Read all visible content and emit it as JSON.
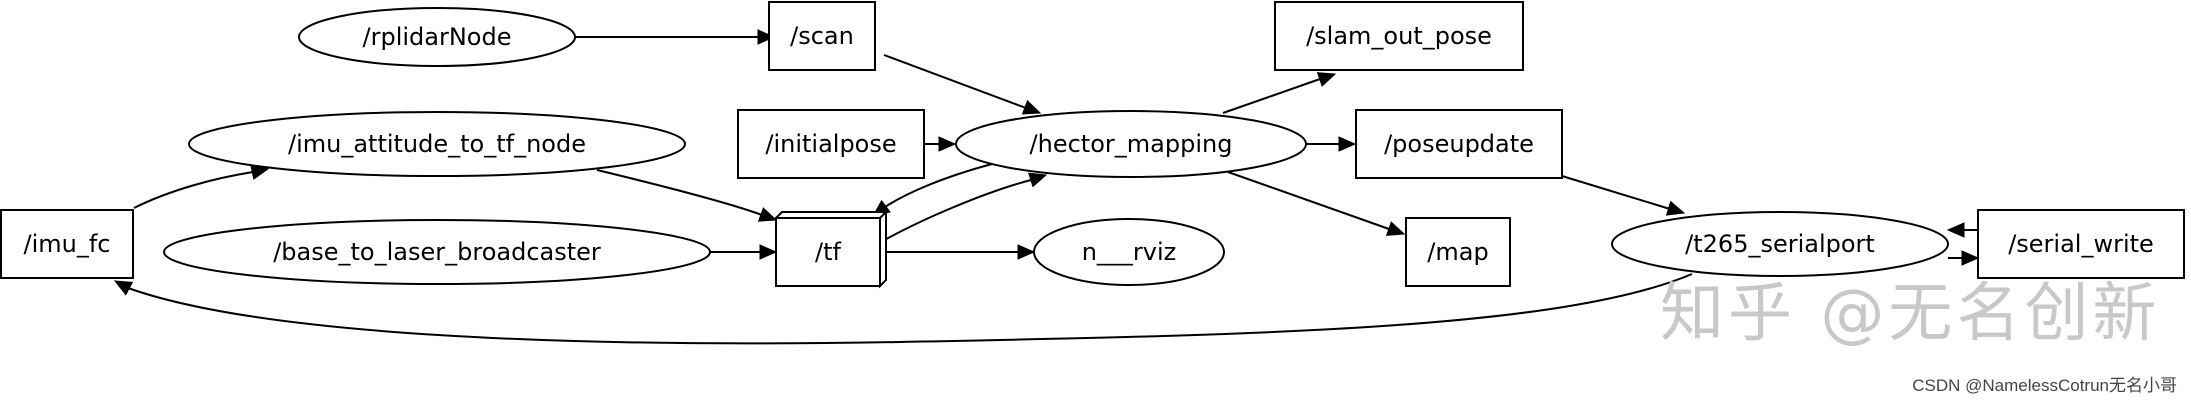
{
  "graph": {
    "nodes": [
      {
        "id": "rplidarNode",
        "label": "/rplidarNode",
        "shape": "ellipse"
      },
      {
        "id": "scan",
        "label": "/scan",
        "shape": "box"
      },
      {
        "id": "slam_out_pose",
        "label": "/slam_out_pose",
        "shape": "box"
      },
      {
        "id": "imu_attitude",
        "label": "/imu_attitude_to_tf_node",
        "shape": "ellipse"
      },
      {
        "id": "initialpose",
        "label": "/initialpose",
        "shape": "box"
      },
      {
        "id": "hector_mapping",
        "label": "/hector_mapping",
        "shape": "ellipse"
      },
      {
        "id": "poseupdate",
        "label": "/poseupdate",
        "shape": "box"
      },
      {
        "id": "imu_fc",
        "label": "/imu_fc",
        "shape": "box"
      },
      {
        "id": "base_to_laser",
        "label": "/base_to_laser_broadcaster",
        "shape": "ellipse"
      },
      {
        "id": "tf",
        "label": "/tf",
        "shape": "box3d"
      },
      {
        "id": "rviz",
        "label": "n___rviz",
        "shape": "ellipse"
      },
      {
        "id": "map",
        "label": "/map",
        "shape": "box"
      },
      {
        "id": "t265",
        "label": "/t265_serialport",
        "shape": "ellipse"
      },
      {
        "id": "serial_write",
        "label": "/serial_write",
        "shape": "box"
      }
    ],
    "edges": [
      {
        "from": "rplidarNode",
        "to": "scan"
      },
      {
        "from": "scan",
        "to": "hector_mapping"
      },
      {
        "from": "initialpose",
        "to": "hector_mapping"
      },
      {
        "from": "hector_mapping",
        "to": "slam_out_pose"
      },
      {
        "from": "hector_mapping",
        "to": "poseupdate"
      },
      {
        "from": "hector_mapping",
        "to": "map"
      },
      {
        "from": "hector_mapping",
        "to": "tf"
      },
      {
        "from": "tf",
        "to": "hector_mapping"
      },
      {
        "from": "imu_fc",
        "to": "imu_attitude"
      },
      {
        "from": "imu_attitude",
        "to": "tf"
      },
      {
        "from": "base_to_laser",
        "to": "tf"
      },
      {
        "from": "tf",
        "to": "rviz"
      },
      {
        "from": "poseupdate",
        "to": "t265"
      },
      {
        "from": "serial_write",
        "to": "t265"
      },
      {
        "from": "t265",
        "to": "serial_write"
      },
      {
        "from": "t265",
        "to": "imu_fc"
      }
    ]
  },
  "watermark": "知乎 @无名创新",
  "credit": "CSDN @NamelessCotrun无名小哥"
}
